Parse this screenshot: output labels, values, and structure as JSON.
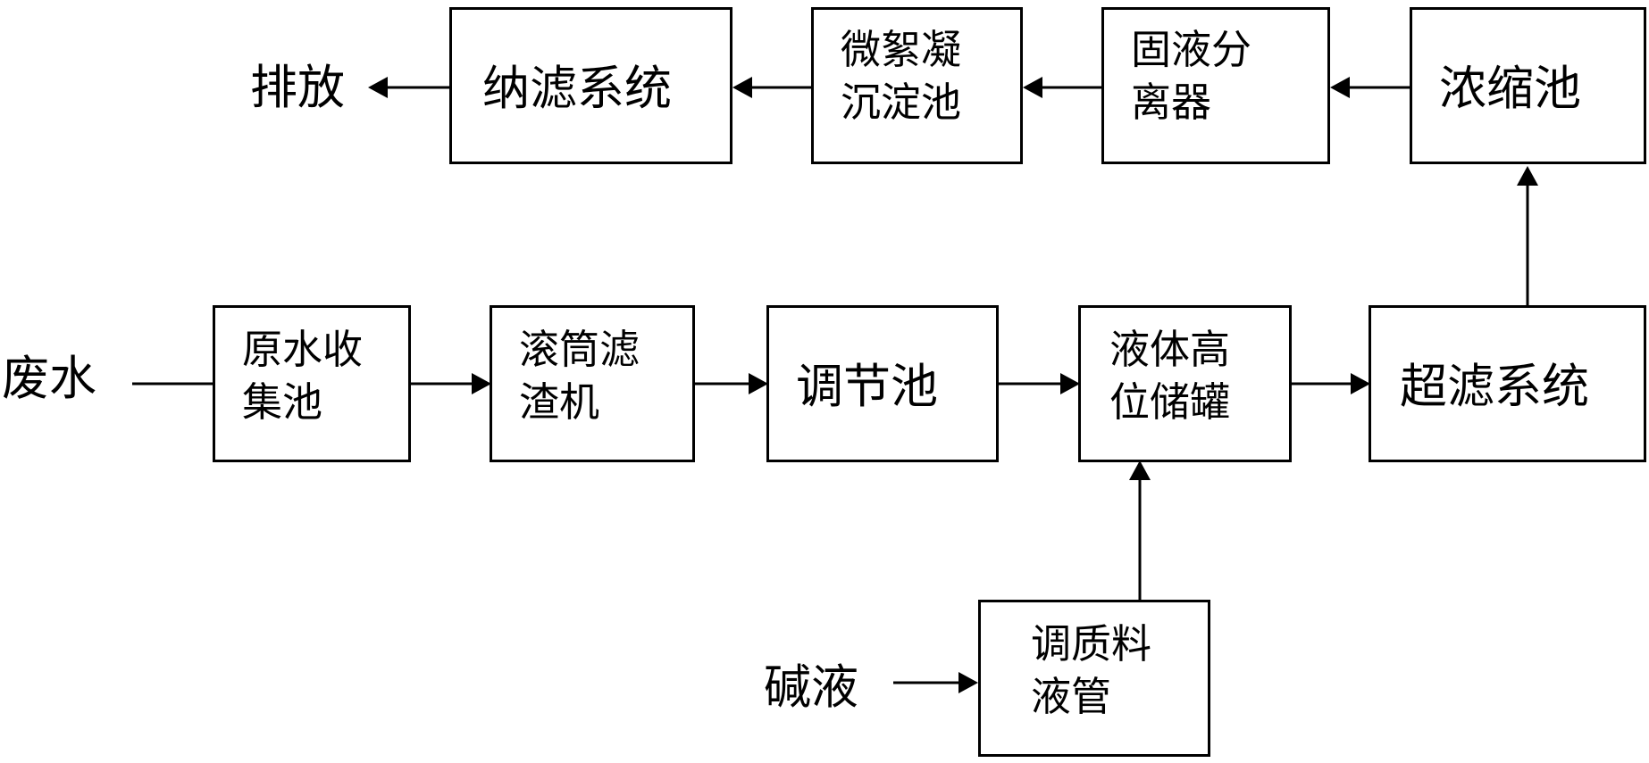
{
  "diagram": {
    "external": {
      "discharge": "排放",
      "wastewater": "废水",
      "alkali": "碱液"
    },
    "nodes": {
      "nanofiltration": "纳滤系统",
      "micro_floc_l1": "微絮凝",
      "micro_floc_l2": "沉淀池",
      "solid_liquid_l1": "固液分",
      "solid_liquid_l2": "离器",
      "concentrate": "浓缩池",
      "raw_water_l1": "原水收",
      "raw_water_l2": "集池",
      "drum_l1": "滚筒滤",
      "drum_l2": "渣机",
      "regulating": "调节池",
      "tank_l1": "液体高",
      "tank_l2": "位储罐",
      "ultrafiltration": "超滤系统",
      "conditioner_l1": "调质料",
      "conditioner_l2": "液管"
    }
  }
}
